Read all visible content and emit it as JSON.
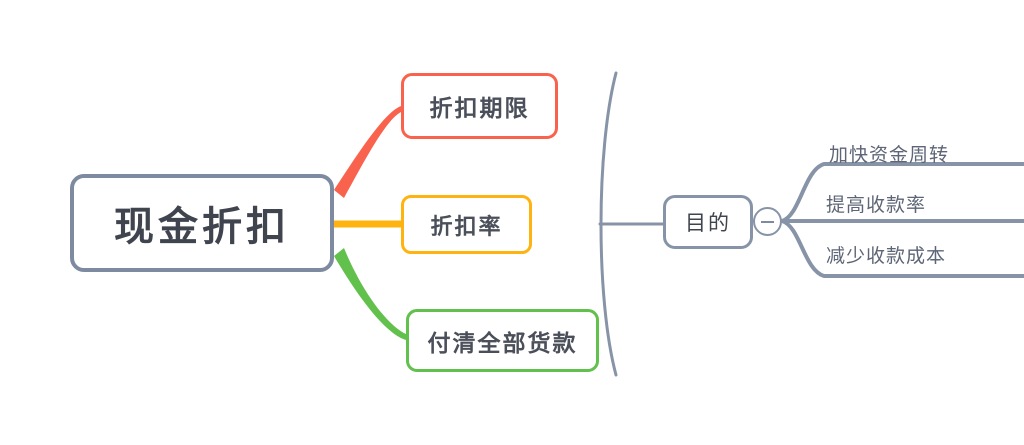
{
  "diagram": {
    "type": "mind-map",
    "title": "现金折扣",
    "root": {
      "label": "现金折扣",
      "border_color": "#7D8AA0",
      "text_color": "#3F444E"
    },
    "branches": [
      {
        "label": "折扣期限",
        "border_color": "#F9634E",
        "connector_color": "#F9634E",
        "connector_style": "curve-up"
      },
      {
        "label": "折扣率",
        "border_color": "#FFB310",
        "connector_color": "#FFB310",
        "connector_style": "straight"
      },
      {
        "label": "付清全部货款",
        "border_color": "#62C04C",
        "connector_color": "#62C04C",
        "connector_style": "curve-down"
      }
    ],
    "bracket": {
      "color": "#8794A8",
      "spans_branches": [
        "折扣期限",
        "折扣率",
        "付清全部货款"
      ]
    },
    "purpose_node": {
      "label": "目的",
      "border_color": "#8794A8",
      "collapse_icon": "minus-circle-icon",
      "collapsed": false
    },
    "purpose_children": [
      {
        "label": "加快资金周转",
        "underline_color": "#8794A8"
      },
      {
        "label": "提高收款率",
        "underline_color": "#8794A8"
      },
      {
        "label": "减少收款成本",
        "underline_color": "#8794A8"
      }
    ],
    "colors": {
      "background": "#FFFFFF",
      "gray_blue": "#7D8AA0",
      "red": "#F9634E",
      "orange": "#FFB310",
      "green": "#62C04C",
      "text": "#4A4F5A",
      "leaf_text": "#5D6576"
    }
  }
}
